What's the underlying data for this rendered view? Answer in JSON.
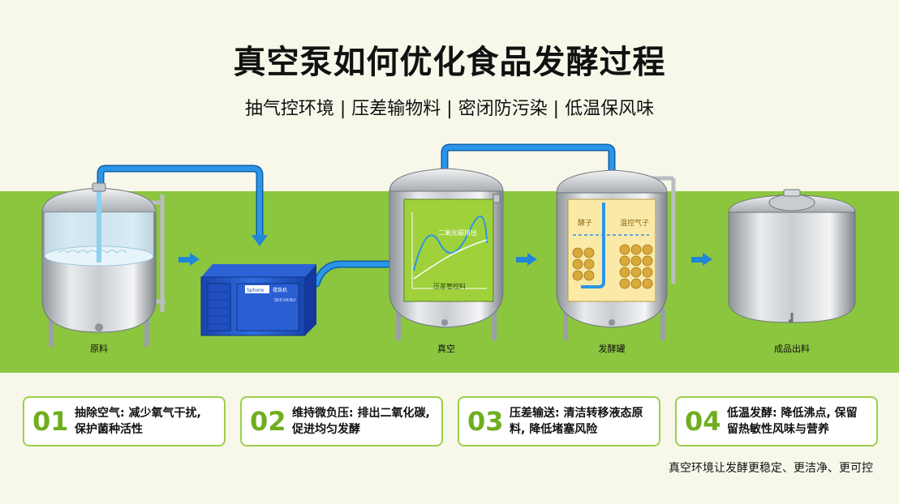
{
  "title": "真空泵如何优化食品发酵过程",
  "subtitle": "抽气控环境 | 压差输物料 | 密闭防污染 | 低温保风味",
  "stages": [
    {
      "label": "原料"
    },
    {
      "label": "真空"
    },
    {
      "label": "发酵罐"
    },
    {
      "label": "成品出料"
    }
  ],
  "screen_texts": {
    "co2_chart": "二氧化碳排出",
    "pressure_chart": "压差管控料",
    "yeast": "酵子",
    "gas": "温控气子"
  },
  "pump": {
    "brand": "Sphere",
    "name": "禧泵机",
    "model": "SKS-VK-BU"
  },
  "steps": [
    {
      "num": "01",
      "text": "抽除空气: 减少氧气干扰, 保护菌种活性"
    },
    {
      "num": "02",
      "text": "维持微负压: 排出二氧化碳, 促进均匀发酵"
    },
    {
      "num": "03",
      "text": "压差输送: 清洁转移液态原料, 降低堵塞风险"
    },
    {
      "num": "04",
      "text": "低温发酵: 降低沸点, 保留留热敏性风味与营养"
    }
  ],
  "footer": "真空环境让发酵更稳定、更洁净、更可控",
  "colors": {
    "accent_green": "#8cc63f",
    "number_green": "#6fae1f",
    "pipe_blue": "#1f86d8",
    "pump_blue": "#1d52c9"
  }
}
